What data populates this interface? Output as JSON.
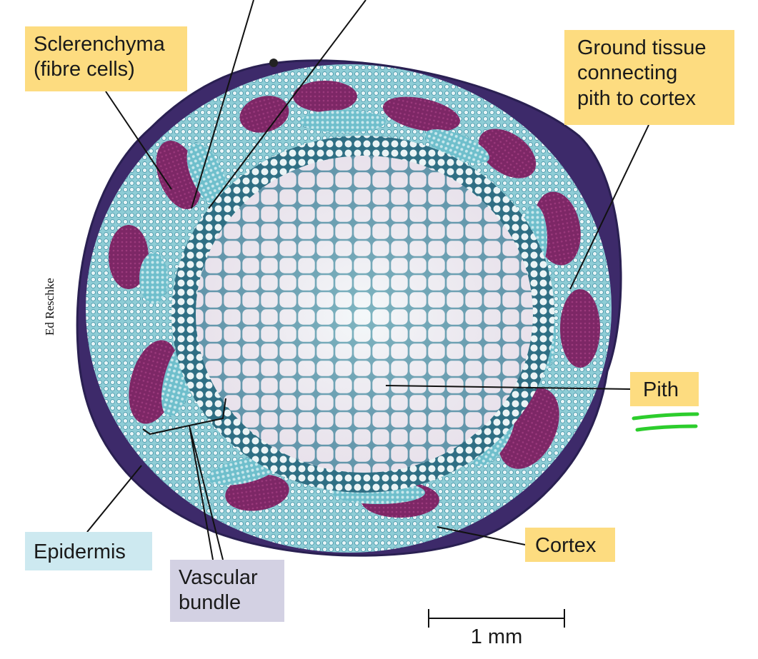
{
  "colors": {
    "label_yellow": "#fddc80",
    "label_blue": "#cde9f0",
    "label_lavender": "#d3d1e3",
    "epidermis_purple": "#4a2566",
    "cortex_teal": "#7cc3cf",
    "fibre_magenta": "#7d2766",
    "pith_pale": "#e9f1f4",
    "leader_black": "#111111",
    "highlight_green": "#2ccd2c"
  },
  "labels": {
    "sclerenchyma": "Sclerenchyma\n(fibre cells)",
    "ground_tissue": "Ground tissue\nconnecting\npith to cortex",
    "pith": "Pith",
    "epidermis": "Epidermis",
    "vascular_bundle": "Vascular\nbundle",
    "cortex": "Cortex"
  },
  "credit": "Ed Reschke",
  "scale_bar": {
    "label": "1 mm"
  },
  "annotation": {
    "type": "double-underline",
    "color": "green"
  }
}
